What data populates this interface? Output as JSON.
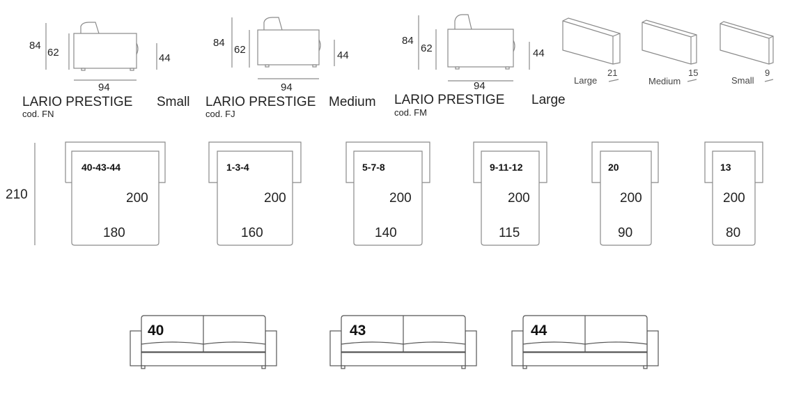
{
  "models": [
    {
      "name": "LARIO PRESTIGE",
      "size": "Small",
      "code": "cod. FN",
      "total_height": "84",
      "back_height": "62",
      "seat_height": "44",
      "depth": "94"
    },
    {
      "name": "LARIO PRESTIGE",
      "size": "Medium",
      "code": "cod. FJ",
      "total_height": "84",
      "back_height": "62",
      "seat_height": "44",
      "depth": "94"
    },
    {
      "name": "LARIO PRESTIGE",
      "size": "Large",
      "code": "cod. FM",
      "total_height": "84",
      "back_height": "62",
      "seat_height": "44",
      "depth": "94"
    }
  ],
  "armrests": [
    {
      "label": "Large",
      "width": "21"
    },
    {
      "label": "Medium",
      "width": "15"
    },
    {
      "label": "Small",
      "width": "9"
    }
  ],
  "bed_length": "210",
  "beds": [
    {
      "codes": "40-43-44",
      "length": "200",
      "width": "180"
    },
    {
      "codes": "1-3-4",
      "length": "200",
      "width": "160"
    },
    {
      "codes": "5-7-8",
      "length": "200",
      "width": "140"
    },
    {
      "codes": "9-11-12",
      "length": "200",
      "width": "115"
    },
    {
      "codes": "20",
      "length": "200",
      "width": "90"
    },
    {
      "codes": "13",
      "length": "200",
      "width": "80"
    }
  ],
  "sofas": [
    {
      "code": "40"
    },
    {
      "code": "43"
    },
    {
      "code": "44"
    }
  ]
}
